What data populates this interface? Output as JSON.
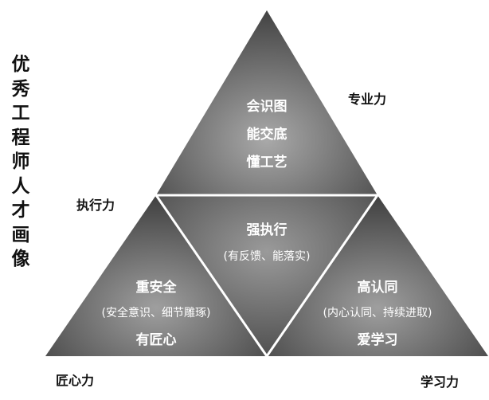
{
  "title_vertical": "优秀工程师人才画像",
  "outer_labels": {
    "top_right": "专业力",
    "left_mid": "执行力",
    "bottom_left": "匠心力",
    "bottom_right": "学习力"
  },
  "top_triangle": {
    "lines": [
      "会识图",
      "能交底",
      "懂工艺"
    ]
  },
  "center_triangle": {
    "title": "强执行",
    "subtitle": "(有反馈、能落实)"
  },
  "left_triangle": {
    "title": "重安全",
    "subtitle": "(安全意识、细节雕琢)",
    "footer": "有匠心"
  },
  "right_triangle": {
    "title": "高认同",
    "subtitle": "(内心认同、持续进取)",
    "footer": "爱学习"
  },
  "colors": {
    "triangle_dark": "#3b3b3b",
    "triangle_light": "#a9a9a9",
    "divider": "#ffffff"
  }
}
